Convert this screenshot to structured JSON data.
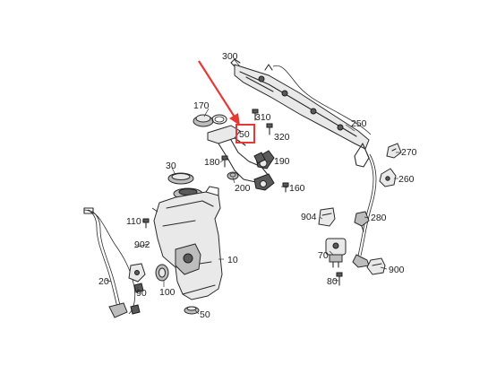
{
  "highlight": {
    "label": "50",
    "color": "#e53935"
  },
  "callouts": [
    {
      "id": "c300",
      "text": "300"
    },
    {
      "id": "c170",
      "text": "170"
    },
    {
      "id": "c310",
      "text": "310"
    },
    {
      "id": "c50a",
      "text": "50"
    },
    {
      "id": "c320",
      "text": "320"
    },
    {
      "id": "c250",
      "text": "250"
    },
    {
      "id": "c270",
      "text": "270"
    },
    {
      "id": "c260",
      "text": "260"
    },
    {
      "id": "c180",
      "text": "180"
    },
    {
      "id": "c190",
      "text": "190"
    },
    {
      "id": "c30",
      "text": "30"
    },
    {
      "id": "c200",
      "text": "200"
    },
    {
      "id": "c160",
      "text": "160"
    },
    {
      "id": "c904",
      "text": "904"
    },
    {
      "id": "c280",
      "text": "280"
    },
    {
      "id": "c110",
      "text": "110"
    },
    {
      "id": "c902",
      "text": "902"
    },
    {
      "id": "c10",
      "text": "10"
    },
    {
      "id": "c70",
      "text": "70"
    },
    {
      "id": "c900",
      "text": "900"
    },
    {
      "id": "c20",
      "text": "20"
    },
    {
      "id": "c90",
      "text": "90"
    },
    {
      "id": "c100",
      "text": "100"
    },
    {
      "id": "c80",
      "text": "80"
    },
    {
      "id": "c50b",
      "text": "50"
    }
  ]
}
